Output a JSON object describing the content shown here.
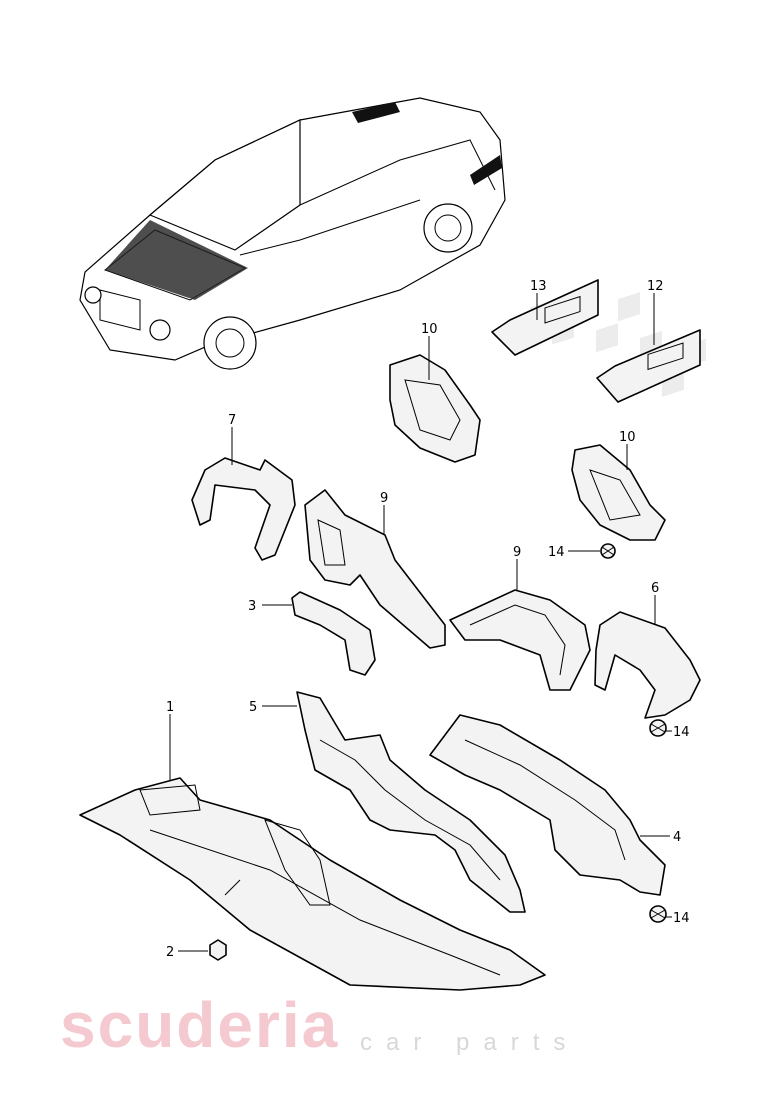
{
  "watermark": {
    "main": "scuderia",
    "sub": "car parts"
  },
  "callouts": [
    {
      "id": "c13",
      "label": "13"
    },
    {
      "id": "c12",
      "label": "12"
    },
    {
      "id": "c10a",
      "label": "10"
    },
    {
      "id": "c10b",
      "label": "10"
    },
    {
      "id": "c7",
      "label": "7"
    },
    {
      "id": "c9a",
      "label": "9"
    },
    {
      "id": "c9b",
      "label": "9"
    },
    {
      "id": "c14a",
      "label": "14"
    },
    {
      "id": "c3",
      "label": "3"
    },
    {
      "id": "c6",
      "label": "6"
    },
    {
      "id": "c5",
      "label": "5"
    },
    {
      "id": "c14b",
      "label": "14"
    },
    {
      "id": "c1",
      "label": "1"
    },
    {
      "id": "c4",
      "label": "4"
    },
    {
      "id": "c14c",
      "label": "14"
    },
    {
      "id": "c2",
      "label": "2"
    }
  ]
}
